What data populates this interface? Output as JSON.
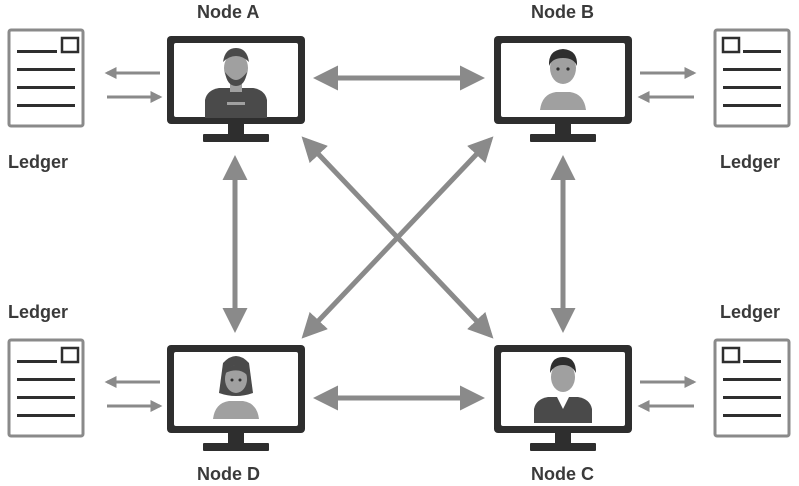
{
  "nodes": {
    "a": {
      "label": "Node A"
    },
    "b": {
      "label": "Node B"
    },
    "c": {
      "label": "Node C"
    },
    "d": {
      "label": "Node D"
    }
  },
  "ledgers": {
    "top_left": {
      "label": "Ledger"
    },
    "top_right": {
      "label": "Ledger"
    },
    "bottom_left": {
      "label": "Ledger"
    },
    "bottom_right": {
      "label": "Ledger"
    }
  },
  "colors": {
    "monitor_frame": "#2e2e2e",
    "screen": "#ffffff",
    "arrow": "#8a8a8a",
    "person_dark": "#4a4a4a",
    "person_light": "#a0a0a0",
    "paper_border": "#8a8a8a",
    "text_lines": "#2e2e2e"
  },
  "icons": {
    "node_a": "person-with-beard-icon",
    "node_b": "boy-icon",
    "node_c": "man-in-suit-icon",
    "node_d": "woman-icon",
    "ledger": "document-icon"
  }
}
